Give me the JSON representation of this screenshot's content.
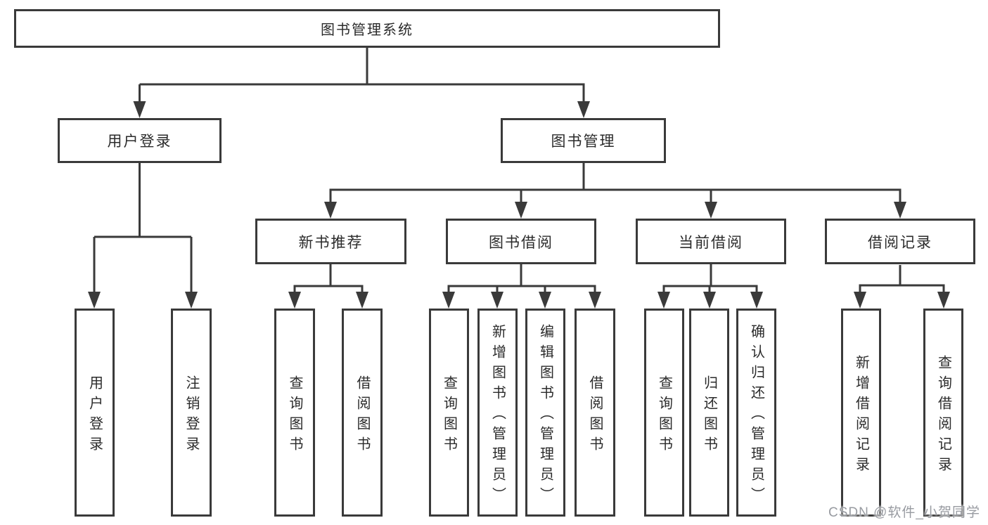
{
  "tree": {
    "root": {
      "label": "图书管理系统"
    },
    "branches": [
      {
        "label": "用户登录",
        "leaves": [
          "用户登录",
          "注销登录"
        ]
      },
      {
        "label": "图书管理",
        "groups": [
          {
            "label": "新书推荐",
            "leaves": [
              "查询图书",
              "借阅图书"
            ]
          },
          {
            "label": "图书借阅",
            "leaves": [
              "查询图书",
              "新增图书（管理员）",
              "编辑图书（管理员）",
              "借阅图书"
            ]
          },
          {
            "label": "当前借阅",
            "leaves": [
              "查询图书",
              "归还图书",
              "确认归还（管理员）"
            ]
          },
          {
            "label": "借阅记录",
            "leaves": [
              "新增借阅记录",
              "查询借阅记录"
            ]
          }
        ]
      }
    ]
  },
  "watermark": {
    "text": "CSDN @软件_小贺同学"
  },
  "colors": {
    "line": "#3a3a3a",
    "box_border": "#3a3a3a",
    "box_fill": "#ffffff",
    "text": "#2b2b2b",
    "watermark": "#989ba1",
    "background": "#ffffff"
  }
}
